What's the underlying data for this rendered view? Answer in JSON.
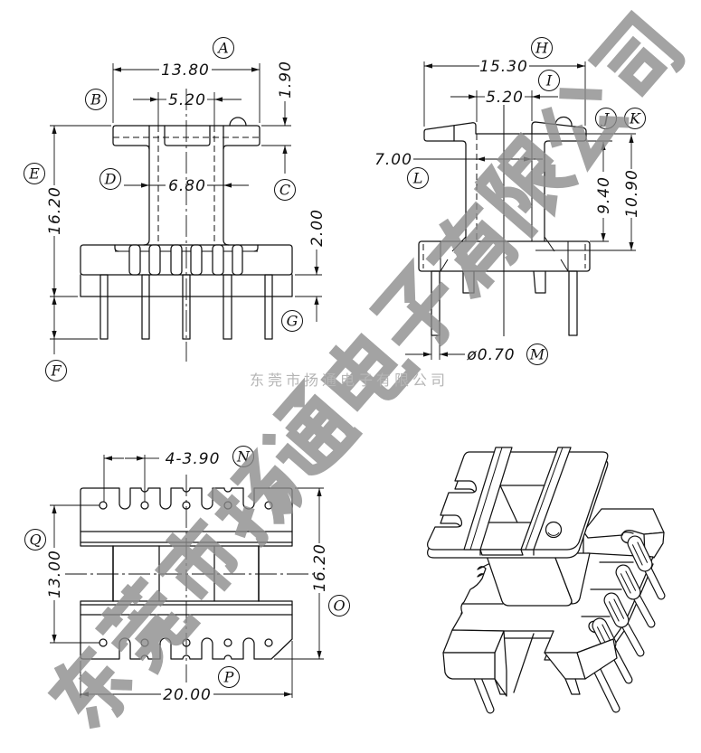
{
  "company": {
    "watermark_text": "东莞市扬通电子有限公司",
    "caption": "东莞市扬通电子有限公司"
  },
  "colors": {
    "line": "#111111",
    "background": "#ffffff",
    "watermark": "#8c8c8c",
    "caption": "#b5b5b5"
  },
  "front_view": {
    "A": {
      "label": "A",
      "value": "13.80"
    },
    "B": {
      "label": "B",
      "value": "5.20"
    },
    "C": {
      "label": "C",
      "value": "1.90"
    },
    "D": {
      "label": "D",
      "value": "6.80"
    },
    "E": {
      "label": "E",
      "value": "16.20"
    },
    "F": {
      "label": "F"
    },
    "G": {
      "label": "G",
      "value": "2.00"
    }
  },
  "side_view": {
    "H": {
      "label": "H",
      "value": "15.30"
    },
    "I": {
      "label": "I",
      "value": "5.20"
    },
    "J": {
      "label": "J",
      "value": "9.40"
    },
    "K": {
      "label": "K",
      "value": "10.90"
    },
    "L": {
      "label": "L",
      "value": "7.00"
    },
    "M": {
      "label": "M",
      "value": "ø0.70"
    }
  },
  "bottom_view": {
    "N": {
      "label": "N",
      "value": "4-3.90"
    },
    "O": {
      "label": "O",
      "value": "16.20"
    },
    "P": {
      "label": "P",
      "value": "20.00"
    },
    "Q": {
      "label": "Q",
      "value": "13.00"
    }
  }
}
